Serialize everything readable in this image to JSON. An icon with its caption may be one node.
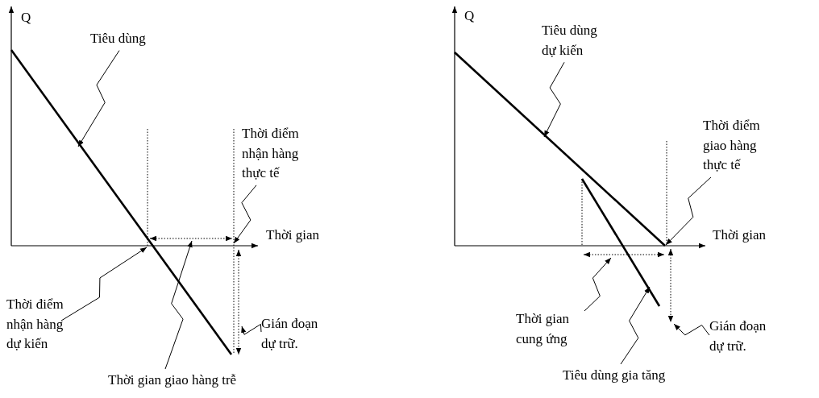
{
  "diagram": {
    "nodes": [
      {
        "text": [
          "Tiêu dùng"
        ]
      },
      {
        "text": [
          "Thời điểm nhận hàng thực tế"
        ]
      },
      {
        "text": [
          "Thời điểm nhận hàng dự kiến"
        ]
      },
      {
        "text": [
          "Thời gian giao hàng trễ"
        ]
      },
      {
        "text": [
          "Gián đoạn dự trữ."
        ]
      },
      {
        "text": [
          "Tiêu dùng dự kiến"
        ]
      },
      {
        "text": [
          "Thời điểm giao hàng thực tế"
        ]
      },
      {
        "text": [
          "Thời gian cung ứng"
        ]
      },
      {
        "text": [
          "Tiêu dùng gia tăng"
        ]
      },
      {
        "text": [
          "Gián đoạn dự trữ."
        ]
      }
    ],
    "edges": [
      {
        "from": 0,
        "to": null,
        "arrow": "to"
      },
      {
        "from": 1,
        "to": null,
        "arrow": "to"
      },
      {
        "from": 2,
        "to": null,
        "arrow": "to"
      },
      {
        "from": 3,
        "to": null,
        "arrow": "to"
      },
      {
        "from": 4,
        "to": null,
        "arrow": "to"
      },
      {
        "from": 5,
        "to": null,
        "arrow": "to"
      },
      {
        "from": 6,
        "to": null,
        "arrow": "to"
      },
      {
        "from": 7,
        "to": null,
        "arrow": "to"
      },
      {
        "from": 8,
        "to": null,
        "arrow": "to"
      },
      {
        "from": 9,
        "to": null,
        "arrow": "to"
      }
    ],
    "labels": [
      "Q",
      "Thời gian",
      "Q",
      "Thời gian"
    ]
  }
}
